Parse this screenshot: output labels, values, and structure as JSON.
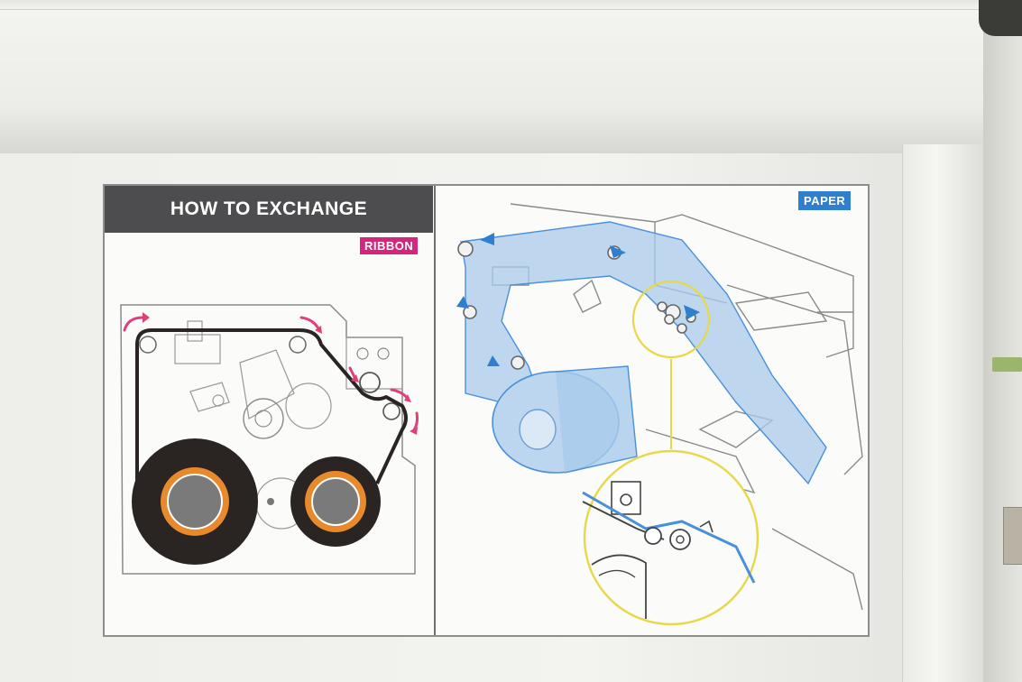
{
  "label": {
    "title": "HOW TO EXCHANGE",
    "ribbon_tag": "RIBBON",
    "paper_tag": "PAPER"
  },
  "colors": {
    "header_bg": "#4d4d4f",
    "ribbon_tag": "#d6257c",
    "paper_tag": "#2f7fcf",
    "ribbon_roll": "#2a2423",
    "ribbon_core": "#e8892c",
    "paper_blue": "#4a90d9",
    "zoom_yellow": "#e6d84a",
    "arrow_pink": "#e0407a"
  },
  "icons": {
    "ribbon_arrows": "curved-arrow-icon",
    "paper_arrows": "direction-arrow-icon"
  }
}
